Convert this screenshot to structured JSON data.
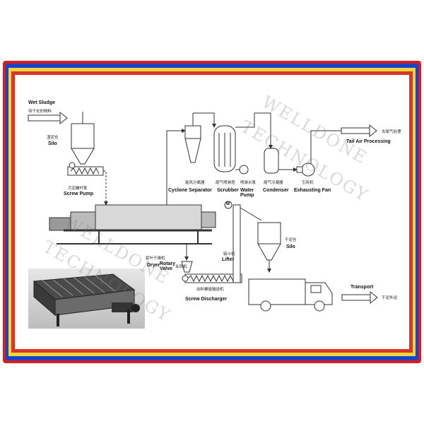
{
  "labels": {
    "wet_sludge": "Wet Sludge",
    "silo_left": "Silo",
    "screw_pump": "Screw Pump",
    "cyclone_separator": "Cyclone Separator",
    "scrubber": "Scrubber",
    "water_pump": "Water\nPump",
    "condenser": "Condenser",
    "exhausting_fan": "Exhausting Fan",
    "tail_air": "Tail Air Processing",
    "dryer": "Dryer",
    "rotary_valve": "Rotary\nValve",
    "lifter": "Lifter",
    "silo_right": "Silo",
    "screw_discharger": "Screw Discharger",
    "transport": "Transport",
    "motor_symbol": "M"
  },
  "cn_labels": {
    "wet_sludge_cn": "待干化的物料",
    "silo_left_cn": "湿泥仓",
    "screw_pump_cn": "污泥螺杆泵",
    "cyclone_cn": "旋风分离器",
    "scrubber_cn": "尾气喷淋塔",
    "water_pump_cn": "喷淋水泵",
    "condenser_cn": "尾气冷凝器",
    "fan_cn": "引风机",
    "tail_air_cn": "去尾气处理",
    "dryer_cn": "浆叶干燥机",
    "rotary_valve_cn": "关风机",
    "lifter_cn": "链斗机",
    "silo_right_cn": "干泥仓",
    "screw_discharger_cn": "出料螺旋输送机",
    "transport_cn": "干泥外运"
  },
  "watermarks": {
    "upper": "WELLDONE",
    "upper_2": "TECHNOLOGY",
    "lower": "WELLDONE",
    "lower_2": "TECHNOLOGY"
  },
  "colors": {
    "frame_red": "#d21f1f",
    "frame_blue": "#1546c9",
    "frame_yellow": "#f4d43b",
    "line": "#333333"
  }
}
